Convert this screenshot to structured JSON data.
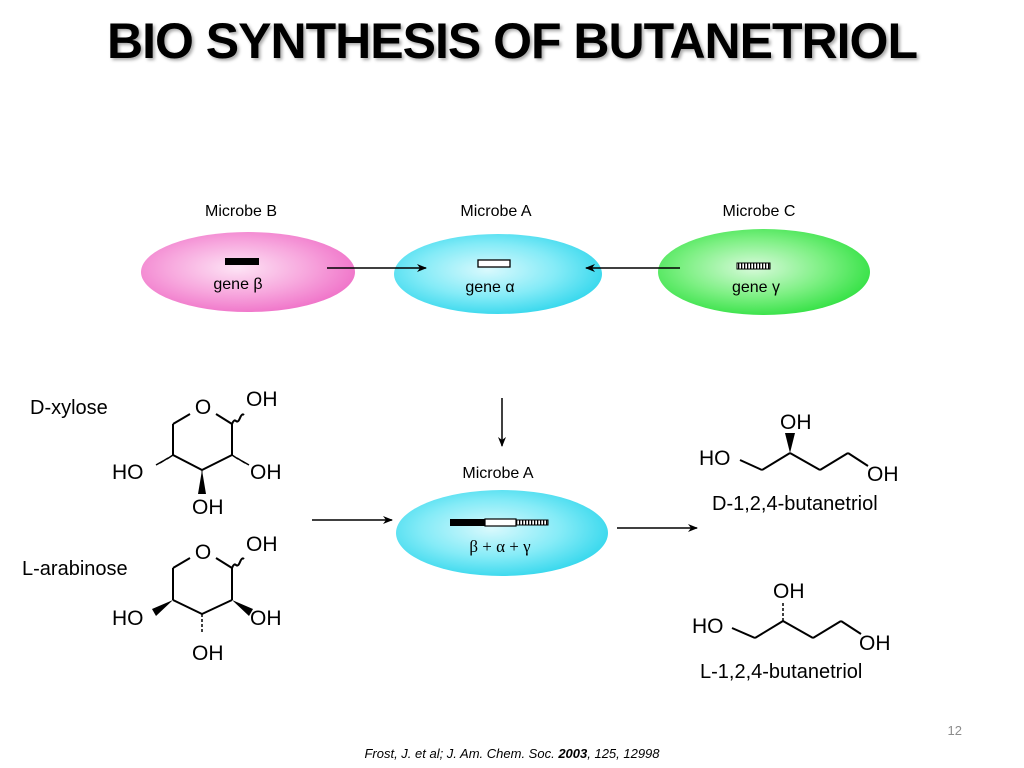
{
  "title": "BIO SYNTHESIS OF BUTANETRIOL",
  "microbes": {
    "b": {
      "label": "Microbe B",
      "gene": "gene β"
    },
    "a": {
      "label": "Microbe A",
      "gene": "gene α"
    },
    "c": {
      "label": "Microbe C",
      "gene": "gene γ"
    },
    "a2": {
      "label": "Microbe A",
      "genes": "β + α + γ"
    }
  },
  "colors": {
    "microbe_b": "#f07ccc",
    "microbe_a": "#43dcef",
    "microbe_c": "#39e84a"
  },
  "substrates": {
    "d_xylose": {
      "name": "D-xylose",
      "ring_o": "O",
      "oh_top": "OH",
      "ho_left": "HO",
      "oh_right": "OH",
      "oh_bottom": "OH"
    },
    "l_arabinose": {
      "name": "L-arabinose",
      "ring_o": "O",
      "oh_top": "OH",
      "ho_left": "HO",
      "oh_right": "OH",
      "oh_bottom": "OH"
    }
  },
  "products": {
    "d_butanetriol": {
      "name": "D-1,2,4-butanetriol",
      "oh_top": "OH",
      "ho": "HO",
      "oh_end": "OH"
    },
    "l_butanetriol": {
      "name": "L-1,2,4-butanetriol",
      "oh_top": "OH",
      "ho": "HO",
      "oh_end": "OH"
    }
  },
  "footer": {
    "page_number": "12",
    "citation_pre": "Frost, J. et al; J. Am. Chem. Soc. ",
    "citation_year": "2003",
    "citation_post": ", 125, 12998"
  }
}
